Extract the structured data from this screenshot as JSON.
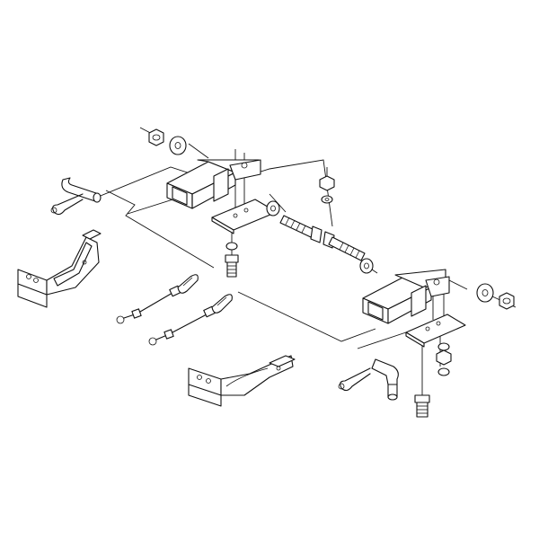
{
  "colors": {
    "line": "#111111",
    "background": "#ffffff"
  },
  "parts": [
    "hitch-pin",
    "spring-clip",
    "hex-nut",
    "flat-washer",
    "mounting-bracket",
    "mounting-plate",
    "carriage-bolt",
    "lock-washer",
    "cross-bolt",
    "safety-cable",
    "tow-arm"
  ]
}
